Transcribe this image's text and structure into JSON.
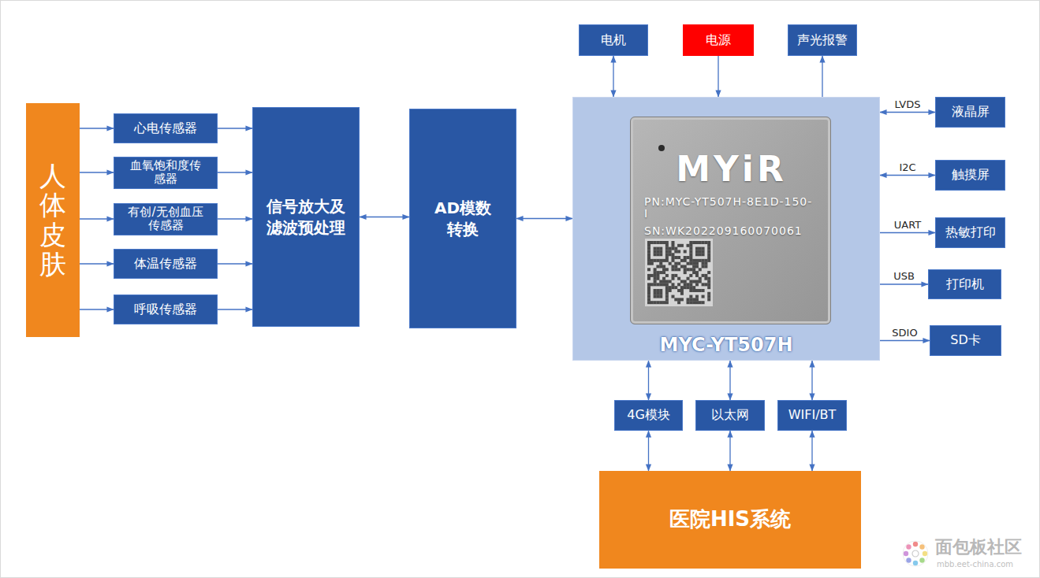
{
  "diagram": {
    "nodes": [
      {
        "text": [
          "人体皮肤"
        ]
      },
      {
        "text": [
          "心电传感器"
        ]
      },
      {
        "text": [
          "血氧饱和度传感器"
        ]
      },
      {
        "text": [
          "有创/无创血压传感器"
        ]
      },
      {
        "text": [
          "体温传感器"
        ]
      },
      {
        "text": [
          "呼吸传感器"
        ]
      },
      {
        "text": [
          "信号放大及滤波预处理"
        ]
      },
      {
        "text": [
          "AD模数转换"
        ]
      },
      {
        "text": [
          "电机"
        ]
      },
      {
        "text": [
          "电源"
        ]
      },
      {
        "text": [
          "声光报警"
        ]
      },
      {
        "text": [
          "MYC-YT507H"
        ]
      },
      {
        "text": [
          "MYiR",
          "PN:MYC-YT507H-8E1D-150-I",
          "SN:WK202209160070061"
        ],
        "in": 11
      },
      {
        "text": [
          "液晶屏"
        ]
      },
      {
        "text": [
          "触摸屏"
        ]
      },
      {
        "text": [
          "热敏打印"
        ]
      },
      {
        "text": [
          "打印机"
        ]
      },
      {
        "text": [
          "SD卡"
        ]
      },
      {
        "text": [
          "4G模块"
        ]
      },
      {
        "text": [
          "以太网"
        ]
      },
      {
        "text": [
          "WIFI/BT"
        ]
      },
      {
        "text": [
          "医院HIS系统"
        ]
      }
    ],
    "edges": [
      {
        "from": 0,
        "to": 1,
        "arrow": "to"
      },
      {
        "from": 0,
        "to": 2,
        "arrow": "to"
      },
      {
        "from": 0,
        "to": 3,
        "arrow": "to"
      },
      {
        "from": 0,
        "to": 4,
        "arrow": "to"
      },
      {
        "from": 0,
        "to": 5,
        "arrow": "to"
      },
      {
        "from": 1,
        "to": 6,
        "arrow": "to"
      },
      {
        "from": 2,
        "to": 6,
        "arrow": "to"
      },
      {
        "from": 3,
        "to": 6,
        "arrow": "to"
      },
      {
        "from": 4,
        "to": 6,
        "arrow": "to"
      },
      {
        "from": 5,
        "to": 6,
        "arrow": "to"
      },
      {
        "from": 6,
        "to": 7,
        "arrow": "both"
      },
      {
        "from": 7,
        "to": 11,
        "arrow": "both"
      },
      {
        "from": 8,
        "to": 11,
        "arrow": "both"
      },
      {
        "from": 9,
        "to": 11,
        "arrow": "to"
      },
      {
        "from": 11,
        "to": 10,
        "arrow": "to"
      },
      {
        "from": 11,
        "to": 13,
        "label": "LVDS",
        "arrow": "both"
      },
      {
        "from": 11,
        "to": 14,
        "label": "I2C",
        "arrow": "both"
      },
      {
        "from": 11,
        "to": 15,
        "label": "UART",
        "arrow": "to"
      },
      {
        "from": 11,
        "to": 16,
        "label": "USB",
        "arrow": "to"
      },
      {
        "from": 11,
        "to": 17,
        "label": "SDIO",
        "arrow": "to"
      },
      {
        "from": 11,
        "to": 18,
        "arrow": "both"
      },
      {
        "from": 11,
        "to": 19,
        "arrow": "both"
      },
      {
        "from": 11,
        "to": 20,
        "arrow": "both"
      },
      {
        "from": 18,
        "to": 21,
        "arrow": "both"
      },
      {
        "from": 19,
        "to": 21,
        "arrow": "both"
      },
      {
        "from": 20,
        "to": 21,
        "arrow": "both"
      }
    ],
    "labels": [
      "面包板社区",
      "mbb.eet-china.com"
    ]
  }
}
